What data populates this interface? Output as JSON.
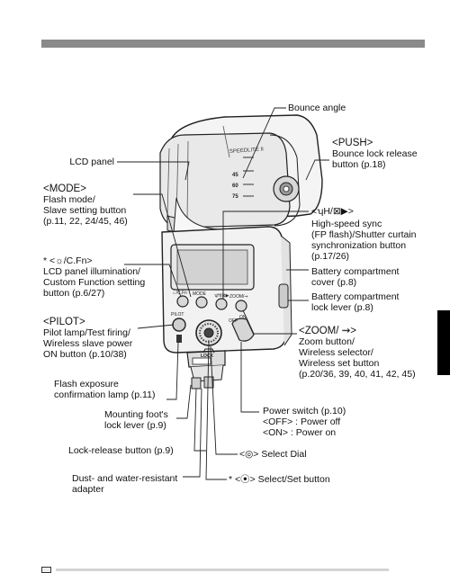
{
  "labels": {
    "bounce_angle": "Bounce angle",
    "push_title": "<PUSH>",
    "push_desc": "Bounce lock release\nbutton (p.18)",
    "lcd_panel": "LCD panel",
    "mode_title": "<MODE>",
    "mode_desc": "Flash mode/\nSlave setting button\n(p.11, 22, 24/45, 46)",
    "hss_title": "<ʮH/⊠▶>",
    "hss_desc": "High-speed sync\n(FP flash)/Shutter curtain\nsynchronization button\n(p.17/26)",
    "illum_title": "* <☼/C.Fn>",
    "illum_desc": "LCD panel illumination/\nCustom Function setting\nbutton (p.6/27)",
    "battery_cover": "Battery compartment\ncover (p.8)",
    "battery_lock": "Battery compartment\nlock lever (p.8)",
    "pilot_title": "<PILOT>",
    "pilot_desc": "Pilot lamp/Test firing/\nWireless slave power\nON button (p.10/38)",
    "zoom_title": "<ZOOM/ ⇝>",
    "zoom_desc": "Zoom button/\nWireless selector/\nWireless set button\n(p.20/36, 39, 40, 41, 42, 45)",
    "fe_lamp": "Flash exposure\nconfirmation lamp (p.11)",
    "mount_lever": "Mounting foot's\nlock lever (p.9)",
    "power_switch": "Power switch (p.10)\n<OFF> : Power off\n<ON> : Power on",
    "lock_release": "Lock-release button (p.9)",
    "select_dial": "<◎> Select Dial",
    "dust_adapter": "Dust- and water-resistant\nadapter",
    "select_set": "* <⦿> Select/Set button"
  },
  "device": {
    "brand": "SPEEDLITE II",
    "scale_45": "45",
    "scale_60": "60",
    "scale_75": "75",
    "btn_cfn": "☼/C.Fn",
    "btn_mode": "MODE",
    "btn_sync": "ʮH/⊠▶",
    "btn_zoom": "ZOOM/⇝",
    "btn_pilot": "PILOT",
    "switch_off": "OFF",
    "switch_on": "ON",
    "lock_text": "LOCK"
  }
}
